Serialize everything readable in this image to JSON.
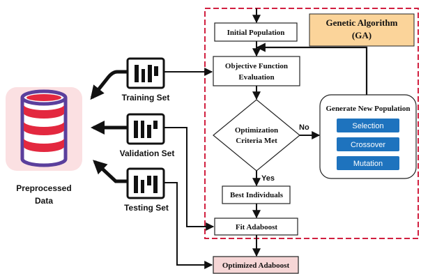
{
  "ga_box": {
    "title_line1": "Genetic Algorithm",
    "title_line2": "(GA)"
  },
  "nodes": {
    "initial_population": "Initial Population",
    "objective_line1": "Objective Function",
    "objective_line2": "Evaluation",
    "decision_line1": "Optimization",
    "decision_line2": "Criteria Met",
    "best_individuals": "Best Individuals",
    "fit_adaboost": "Fit Adaboost",
    "optimized_adaboost": "Optimized Adaboost"
  },
  "edge_labels": {
    "no": "No",
    "yes": "Yes"
  },
  "generate_panel": {
    "title": "Generate New Population",
    "buttons": [
      "Selection",
      "Crossover",
      "Mutation"
    ]
  },
  "data_sets": {
    "training": "Training Set",
    "validation": "Validation Set",
    "testing": "Testing Set"
  },
  "source": {
    "line1": "Preprocessed",
    "line2": "Data"
  },
  "colors": {
    "dashed_border": "#d11f3f",
    "ga_fill": "#fbd49a",
    "db_bg": "#fbe0e2",
    "db_red": "#e3283f",
    "db_purple": "#5b3f9c",
    "button_blue": "#1e73be",
    "optimized_fill": "#f6d6d6"
  },
  "icons": [
    "database-icon",
    "document-icon"
  ]
}
